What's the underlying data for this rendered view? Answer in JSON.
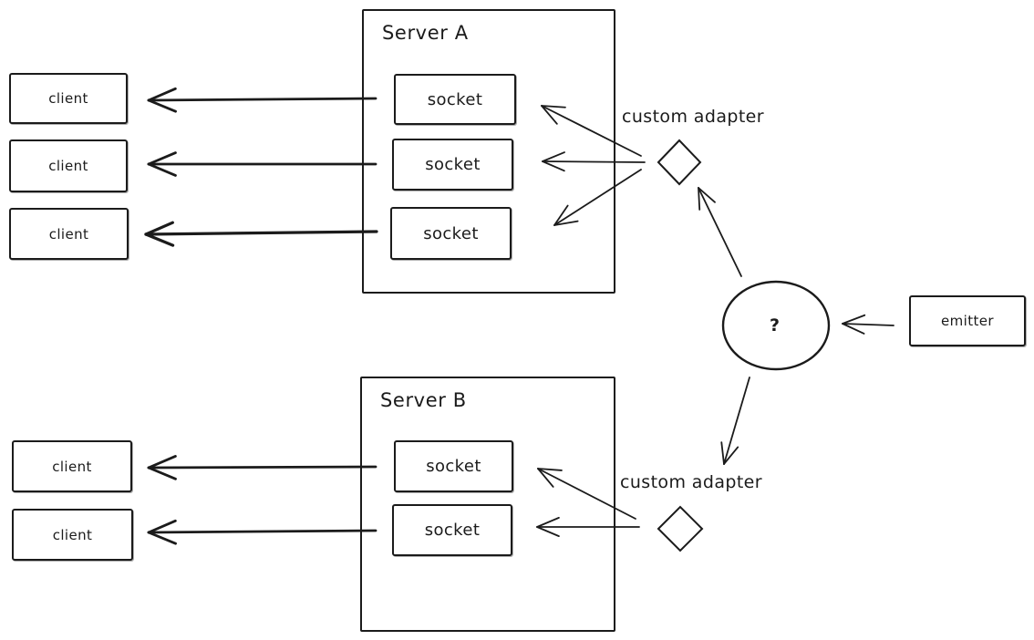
{
  "diagram": {
    "background_color": "#ffffff",
    "stroke_color": "#1b1b1b",
    "clients_top": [
      "client",
      "client",
      "client"
    ],
    "clients_bottom": [
      "client",
      "client"
    ],
    "server_a": {
      "title": "Server A",
      "sockets": [
        "socket",
        "socket",
        "socket"
      ]
    },
    "server_b": {
      "title": "Server B",
      "sockets": [
        "socket",
        "socket"
      ]
    },
    "adapter_top": {
      "label": "custom adapter"
    },
    "adapter_bottom": {
      "label": "custom adapter"
    },
    "question_node": {
      "label": "?"
    },
    "emitter": {
      "label": "emitter"
    }
  }
}
